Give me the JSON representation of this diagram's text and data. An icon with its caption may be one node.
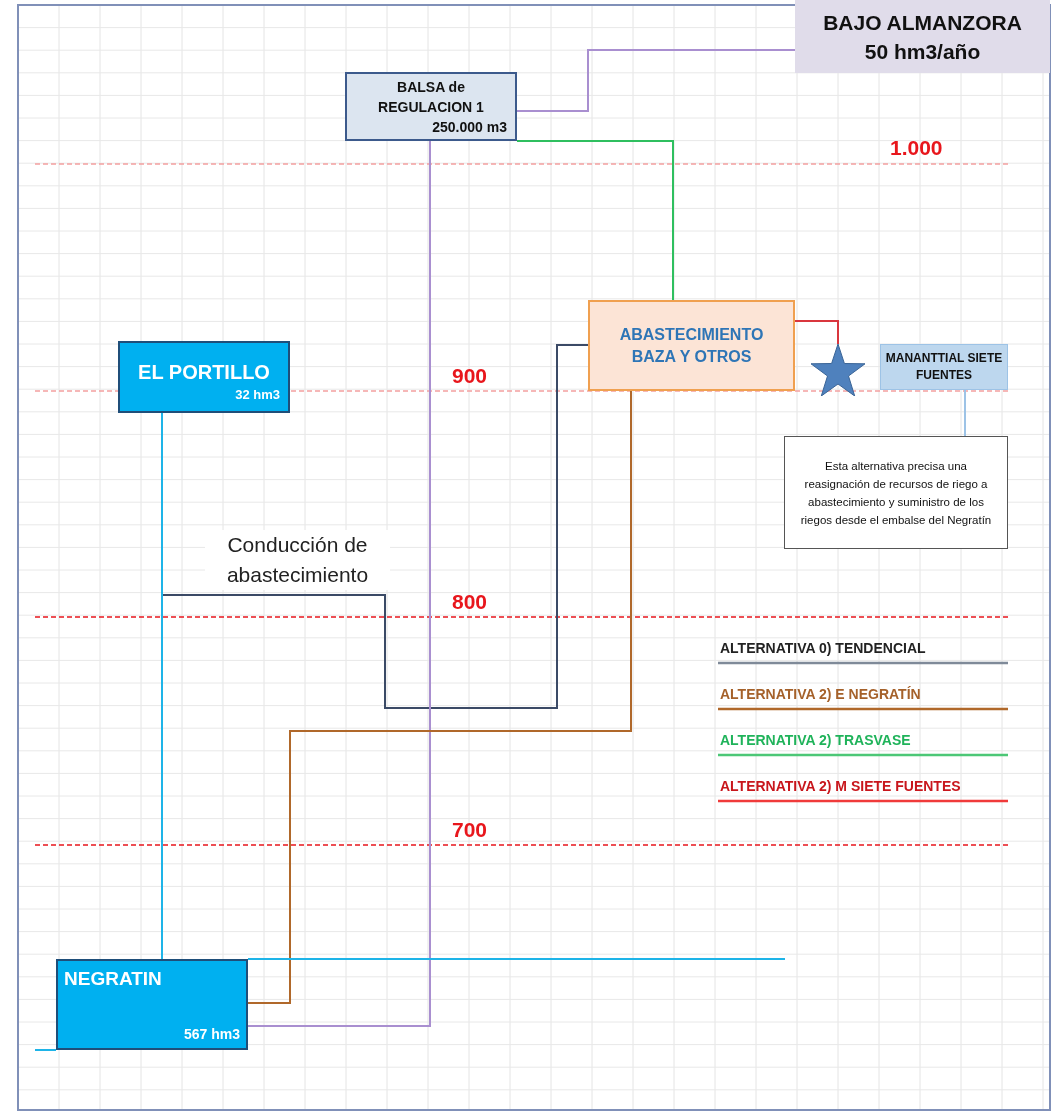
{
  "diagram": {
    "nodes": [
      {
        "text": [
          "BAJO ALMANZORA",
          "50 hm3/año"
        ]
      },
      {
        "text": [
          "BALSA de REGULACION 1",
          "250.000 m3"
        ]
      },
      {
        "text": [
          "EL PORTILLO",
          "32 hm3"
        ]
      },
      {
        "text": [
          "ABASTECIMIENTO BAZA Y OTROS"
        ]
      },
      {
        "text": [],
        "shape": "star"
      },
      {
        "text": [
          "MANANTTIAL SIETE FUENTES"
        ]
      },
      {
        "text": [
          "Esta alternativa precisa una reasignación de recursos de riego a abastecimiento y suministro de los riegos desde el embalse del Negratín"
        ]
      },
      {
        "text": [
          "NEGRATIN",
          "567 hm3"
        ]
      }
    ],
    "edges": [
      {
        "from": 1,
        "to": 0,
        "arrow": "none",
        "color": "#a98fd0"
      },
      {
        "from": 1,
        "to": 3,
        "arrow": "none",
        "color": "#2fbf5f"
      },
      {
        "from": 7,
        "to": 1,
        "arrow": "none",
        "color": "#a98fd0"
      },
      {
        "from": 2,
        "to": 7,
        "arrow": "none",
        "color": "#1eb4e8"
      },
      {
        "from": 2,
        "to": 3,
        "label": "Conducción de abastecimiento",
        "arrow": "none",
        "color": "#3b4a66"
      },
      {
        "from": 7,
        "to": 3,
        "arrow": "none",
        "color": "#b0682a"
      },
      {
        "from": 3,
        "to": 4,
        "arrow": "none",
        "color": "#d9363e"
      },
      {
        "from": 5,
        "to": 6,
        "arrow": "none",
        "color": "#9dc3e6"
      },
      {
        "from": 7,
        "to": null,
        "arrow": "none",
        "color": "#1eb4e8"
      },
      {
        "from": null,
        "to": 7,
        "arrow": "none",
        "color": "#1eb4e8"
      }
    ],
    "labels": [
      "1.000",
      "900",
      "800",
      "700"
    ],
    "legend": [
      {
        "text": "ALTERNATIVA 0) TENDENCIAL"
      },
      {
        "text": "ALTERNATIVA 2) E NEGRATÍN"
      },
      {
        "text": "ALTERNATIVA 2) TRASVASE"
      },
      {
        "text": "ALTERNATIVA 2) M SIETE FUENTES"
      }
    ]
  }
}
